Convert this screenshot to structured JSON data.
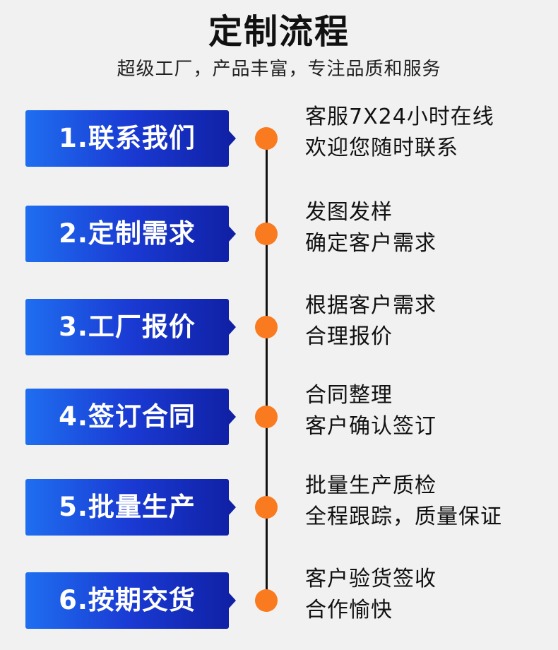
{
  "header": {
    "title": "定制流程",
    "subtitle": "超级工厂，产品丰富，专注品质和服务"
  },
  "steps": [
    {
      "label": "1.联系我们",
      "lines": [
        "客服7X24小时在线",
        "欢迎您随时联系"
      ]
    },
    {
      "label": "2.定制需求",
      "lines": [
        "发图发样",
        "确定客户需求"
      ]
    },
    {
      "label": "3.工厂报价",
      "lines": [
        "根据客户需求",
        "合理报价"
      ]
    },
    {
      "label": "4.签订合同",
      "lines": [
        "合同整理",
        "客户确认签订"
      ]
    },
    {
      "label": "5.批量生产",
      "lines": [
        "批量生产质检",
        "全程跟踪，质量保证"
      ]
    },
    {
      "label": "6.按期交货",
      "lines": [
        "客户验货签收",
        "合作愉快"
      ]
    }
  ],
  "colors": {
    "background": "#f1f1f1",
    "box_gradient_start": "#1f6ef0",
    "box_gradient_end": "#1021a6",
    "dot": "#f97a1f",
    "line": "#111111"
  }
}
